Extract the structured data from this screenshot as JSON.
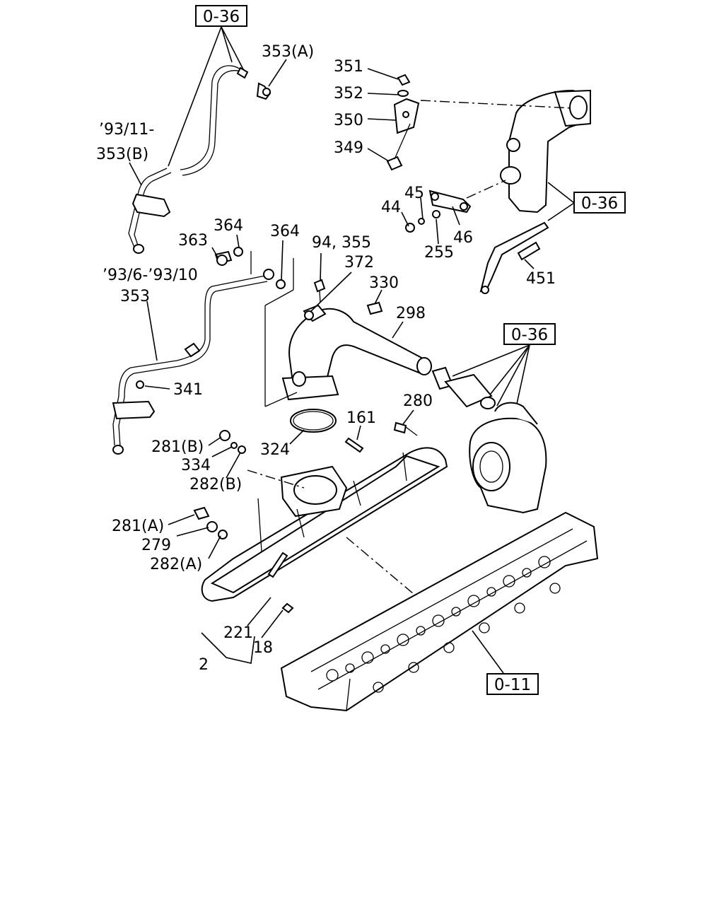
{
  "refs": {
    "r036_top": "0-36",
    "r036_right": "0-36",
    "r036_mid": "0-36",
    "r011": "0-11"
  },
  "notes": {
    "date_a": "’93/11-",
    "date_b": "’93/6-’93/10"
  },
  "parts": {
    "p353a": "353(A)",
    "p353b": "353(B)",
    "p353": "353",
    "p351": "351",
    "p352": "352",
    "p350": "350",
    "p349": "349",
    "p45": "45",
    "p44": "44",
    "p46": "46",
    "p255": "255",
    "p451": "451",
    "p364a": "364",
    "p364b": "364",
    "p363": "363",
    "p94": "94, 355",
    "p372": "372",
    "p330": "330",
    "p298": "298",
    "p341": "341",
    "p280": "280",
    "p161": "161",
    "p281b": "281(B)",
    "p334": "334",
    "p282b": "282(B)",
    "p324": "324",
    "p281a": "281(A)",
    "p279": "279",
    "p282a": "282(A)",
    "p221": "221",
    "p18": "18",
    "p2": "2"
  }
}
